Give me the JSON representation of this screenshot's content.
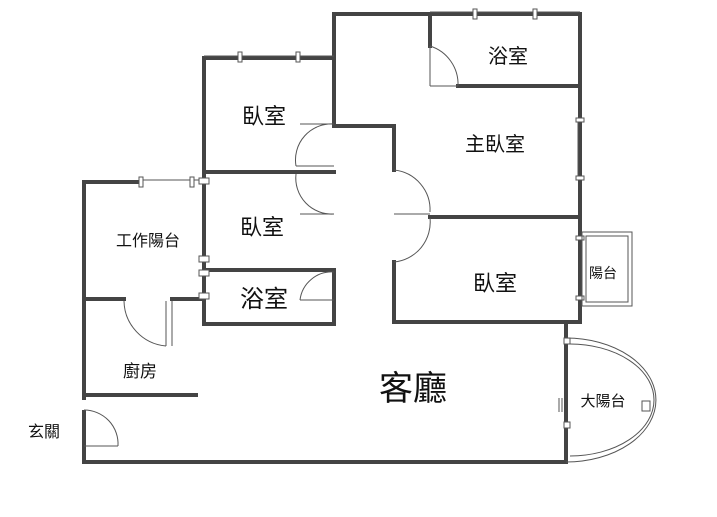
{
  "rooms": {
    "bath_top": "浴室",
    "master_bedroom": "主臥室",
    "bedroom_left_upper": "臥室",
    "bedroom_left_lower": "臥室",
    "bath_lower": "浴室",
    "utility_balcony": "工作陽台",
    "kitchen": "廚房",
    "living_room": "客廳",
    "entrance": "玄關",
    "bedroom_right": "臥室",
    "small_balcony": "陽台",
    "large_balcony": "大陽台"
  },
  "colors": {
    "wall": "#444444",
    "line": "#555555",
    "background": "#ffffff",
    "text": "#111111"
  }
}
